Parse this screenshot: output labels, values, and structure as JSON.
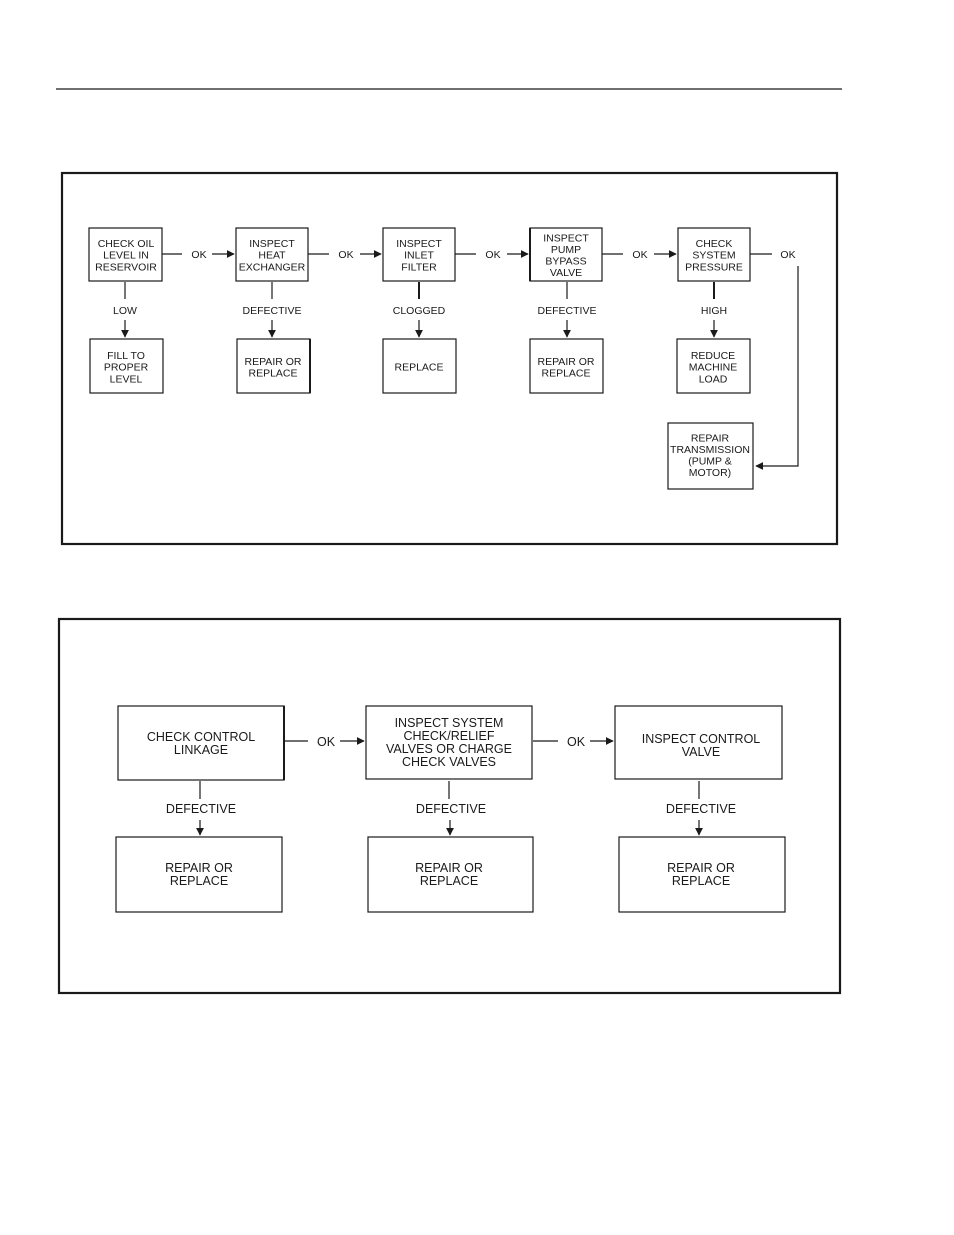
{
  "diagram1": {
    "nodes": {
      "check_oil": [
        "CHECK OIL",
        "LEVEL IN",
        "RESERVOIR"
      ],
      "heat_exchanger": [
        "INSPECT",
        "HEAT",
        "EXCHANGER"
      ],
      "inlet_filter": [
        "INSPECT",
        "INLET",
        "FILTER"
      ],
      "bypass_valve": [
        "INSPECT",
        "PUMP",
        "BYPASS",
        "VALVE"
      ],
      "system_pressure": [
        "CHECK",
        "SYSTEM",
        "PRESSURE"
      ],
      "fill_proper": [
        "FILL TO",
        "PROPER",
        "LEVEL"
      ],
      "repair_replace_1": [
        "REPAIR OR",
        "REPLACE"
      ],
      "replace": [
        "REPLACE"
      ],
      "repair_replace_2": [
        "REPAIR OR",
        "REPLACE"
      ],
      "reduce_load": [
        "REDUCE",
        "MACHINE",
        "LOAD"
      ],
      "repair_transmission": [
        "REPAIR",
        "TRANSMISSION",
        "(PUMP &",
        "MOTOR)"
      ]
    },
    "labels": {
      "ok_1": "OK",
      "ok_2": "OK",
      "ok_3": "OK",
      "ok_4": "OK",
      "ok_5": "OK",
      "low": "LOW",
      "defective_1": "DEFECTIVE",
      "clogged": "CLOGGED",
      "defective_2": "DEFECTIVE",
      "high": "HIGH"
    }
  },
  "diagram2": {
    "nodes": {
      "control_linkage": [
        "CHECK CONTROL",
        "LINKAGE"
      ],
      "system_valves": [
        "INSPECT SYSTEM",
        "CHECK/RELIEF",
        "VALVES OR CHARGE",
        "CHECK VALVES"
      ],
      "control_valve": [
        "INSPECT CONTROL",
        "VALVE"
      ],
      "repair_a": [
        "REPAIR OR",
        "REPLACE"
      ],
      "repair_b": [
        "REPAIR OR",
        "REPLACE"
      ],
      "repair_c": [
        "REPAIR OR",
        "REPLACE"
      ]
    },
    "labels": {
      "ok_1": "OK",
      "ok_2": "OK",
      "defective_a": "DEFECTIVE",
      "defective_b": "DEFECTIVE",
      "defective_c": "DEFECTIVE"
    }
  }
}
